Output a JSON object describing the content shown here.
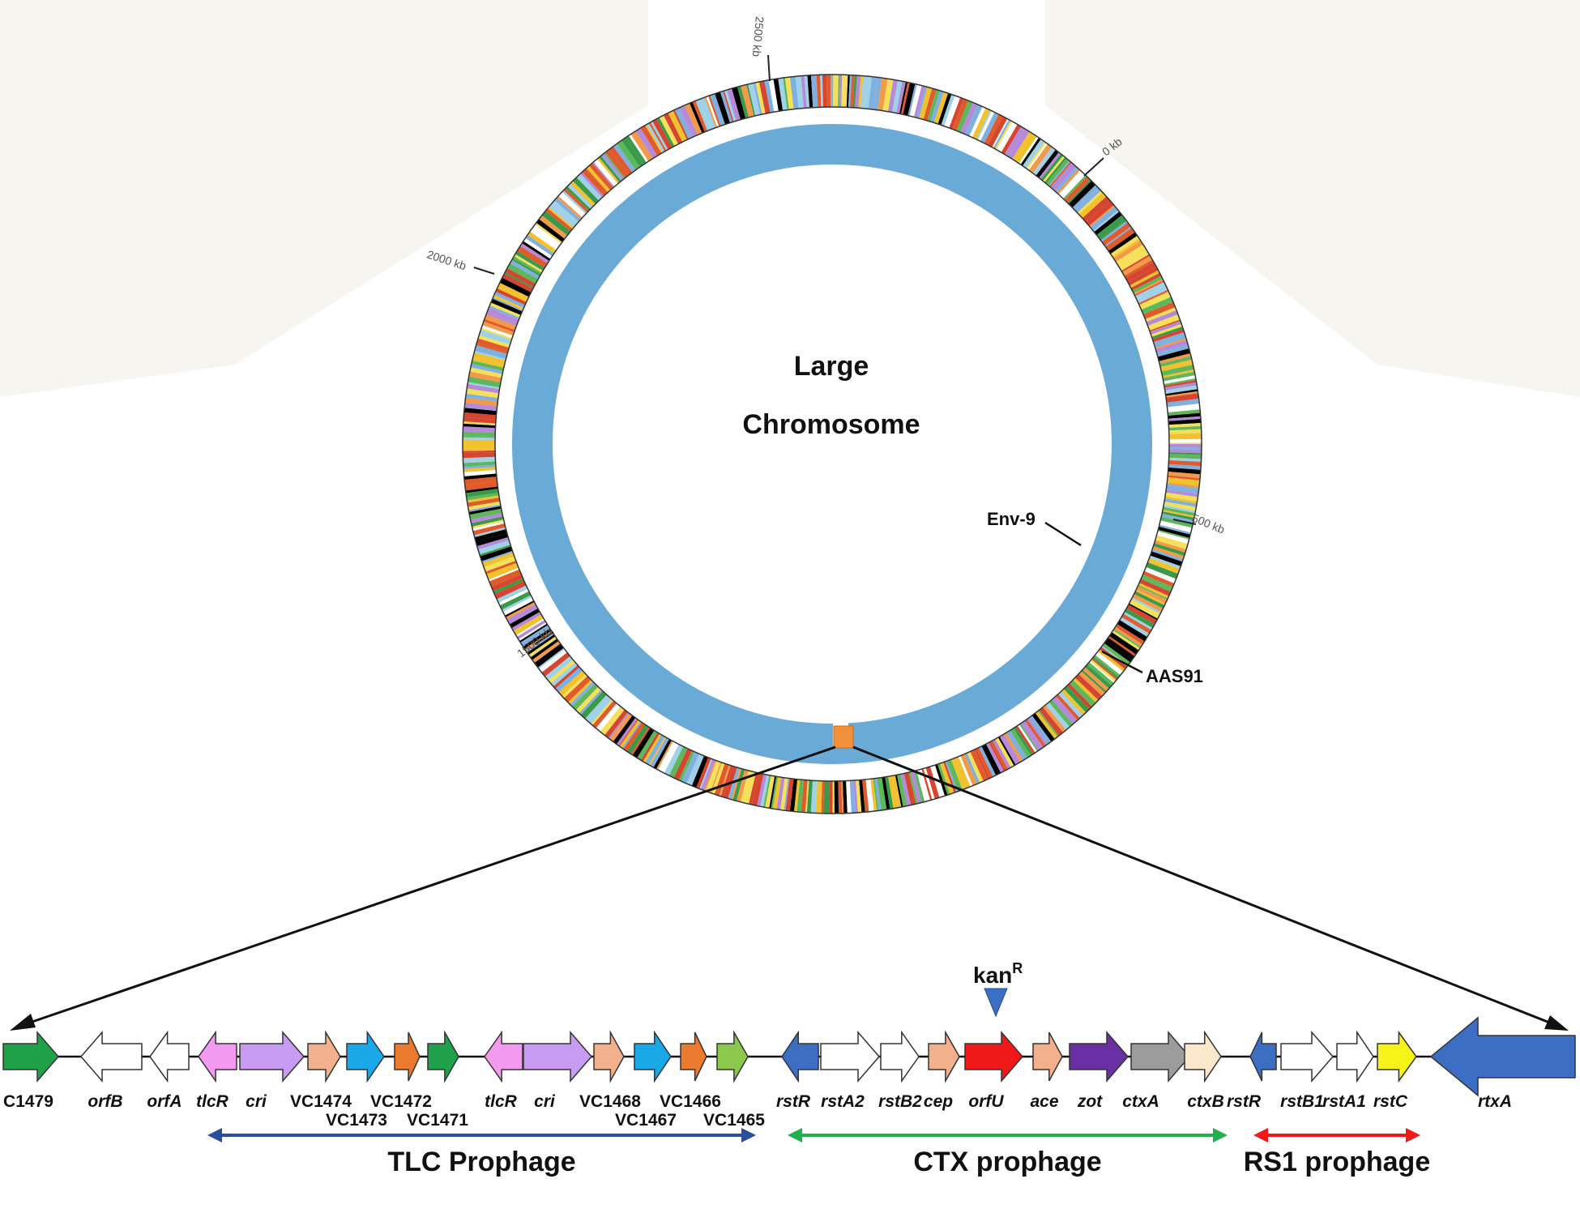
{
  "map": {
    "title_line1": "Large",
    "title_line2": "Chromosome",
    "ticks": [
      "0 kb",
      "500 kb",
      "1500 kb",
      "2000 kb",
      "2500 kb"
    ],
    "markers": [
      "Env-9",
      "AAS91"
    ],
    "colors": {
      "ring": "#6aaad6",
      "feature_palette": [
        "#e05a2b",
        "#000000",
        "#7fb0e0",
        "#f5e05a",
        "#5db85b",
        "#f29a4a",
        "#b48ad9",
        "#ffffff",
        "#d6452f",
        "#9fd1e8",
        "#3a9a4a",
        "#f2c12e"
      ]
    }
  },
  "insertion": {
    "label": "kan",
    "superscript": "R",
    "color": "#3a6fc4"
  },
  "genes": [
    {
      "name": "C1479",
      "italic": false,
      "color": "#1fa14a",
      "dir": "right"
    },
    {
      "name": "orfB",
      "italic": true,
      "color": "#ffffff",
      "dir": "left"
    },
    {
      "name": "orfA",
      "italic": true,
      "color": "#ffffff",
      "dir": "left"
    },
    {
      "name": "tlcR",
      "italic": true,
      "color": "#f39af0",
      "dir": "left"
    },
    {
      "name": "cri",
      "italic": true,
      "color": "#c79cf2",
      "dir": "right"
    },
    {
      "name": "VC1474",
      "italic": false,
      "color": "#f2b08c",
      "dir": "right"
    },
    {
      "name": "VC1473",
      "italic": false,
      "color": "#1ba8e8",
      "dir": "right"
    },
    {
      "name": "VC1472",
      "italic": false,
      "color": "#ec7a2e",
      "dir": "right"
    },
    {
      "name": "VC1471",
      "italic": false,
      "color": "#1fa14a",
      "dir": "right"
    },
    {
      "name": "tlcR",
      "italic": true,
      "color": "#f39af0",
      "dir": "left"
    },
    {
      "name": "cri",
      "italic": true,
      "color": "#c79cf2",
      "dir": "right"
    },
    {
      "name": "VC1468",
      "italic": false,
      "color": "#f2b08c",
      "dir": "right"
    },
    {
      "name": "VC1467",
      "italic": false,
      "color": "#1ba8e8",
      "dir": "right"
    },
    {
      "name": "VC1466",
      "italic": false,
      "color": "#ec7a2e",
      "dir": "right"
    },
    {
      "name": "VC1465",
      "italic": false,
      "color": "#8cc84b",
      "dir": "right"
    },
    {
      "name": "rstR",
      "italic": true,
      "color": "#3c6fc4",
      "dir": "left"
    },
    {
      "name": "rstA2",
      "italic": true,
      "color": "#ffffff",
      "dir": "right"
    },
    {
      "name": "rstB2",
      "italic": true,
      "color": "#ffffff",
      "dir": "right"
    },
    {
      "name": "cep",
      "italic": true,
      "color": "#f2b08c",
      "dir": "right"
    },
    {
      "name": "orfU",
      "italic": true,
      "color": "#f01818",
      "dir": "right"
    },
    {
      "name": "ace",
      "italic": true,
      "color": "#f2b08c",
      "dir": "right"
    },
    {
      "name": "zot",
      "italic": true,
      "color": "#6b2fa4",
      "dir": "right"
    },
    {
      "name": "ctxA",
      "italic": true,
      "color": "#9c9c9c",
      "dir": "right"
    },
    {
      "name": "ctxB",
      "italic": true,
      "color": "#fbe8cc",
      "dir": "right"
    },
    {
      "name": "rstR",
      "italic": true,
      "color": "#3c6fc4",
      "dir": "left"
    },
    {
      "name": "rstB1",
      "italic": true,
      "color": "#ffffff",
      "dir": "right"
    },
    {
      "name": "rstA1",
      "italic": true,
      "color": "#ffffff",
      "dir": "right"
    },
    {
      "name": "rstC",
      "italic": true,
      "color": "#f6f318",
      "dir": "right"
    },
    {
      "name": "rtxA",
      "italic": true,
      "color": "#3c6fc4",
      "dir": "left"
    }
  ],
  "prophages": [
    {
      "name": "TLC Prophage",
      "color": "#2a4f9a"
    },
    {
      "name": "CTX prophage",
      "color": "#22b04c"
    },
    {
      "name": "RS1 prophage",
      "color": "#f01818"
    }
  ]
}
